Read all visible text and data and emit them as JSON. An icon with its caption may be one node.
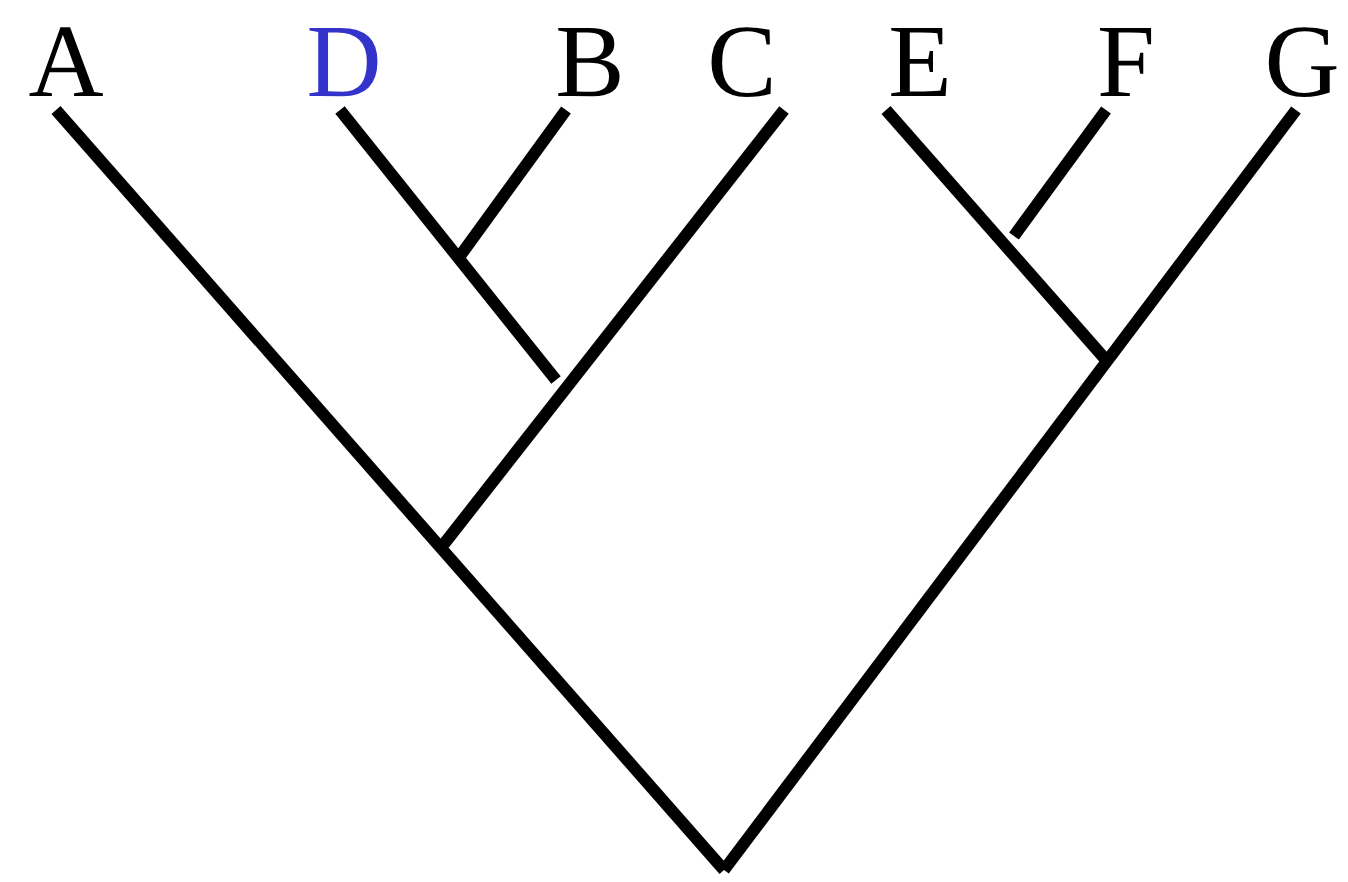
{
  "diagram": {
    "labels": [
      "A",
      "D",
      "B",
      "C",
      "E",
      "F",
      "G"
    ]
  }
}
